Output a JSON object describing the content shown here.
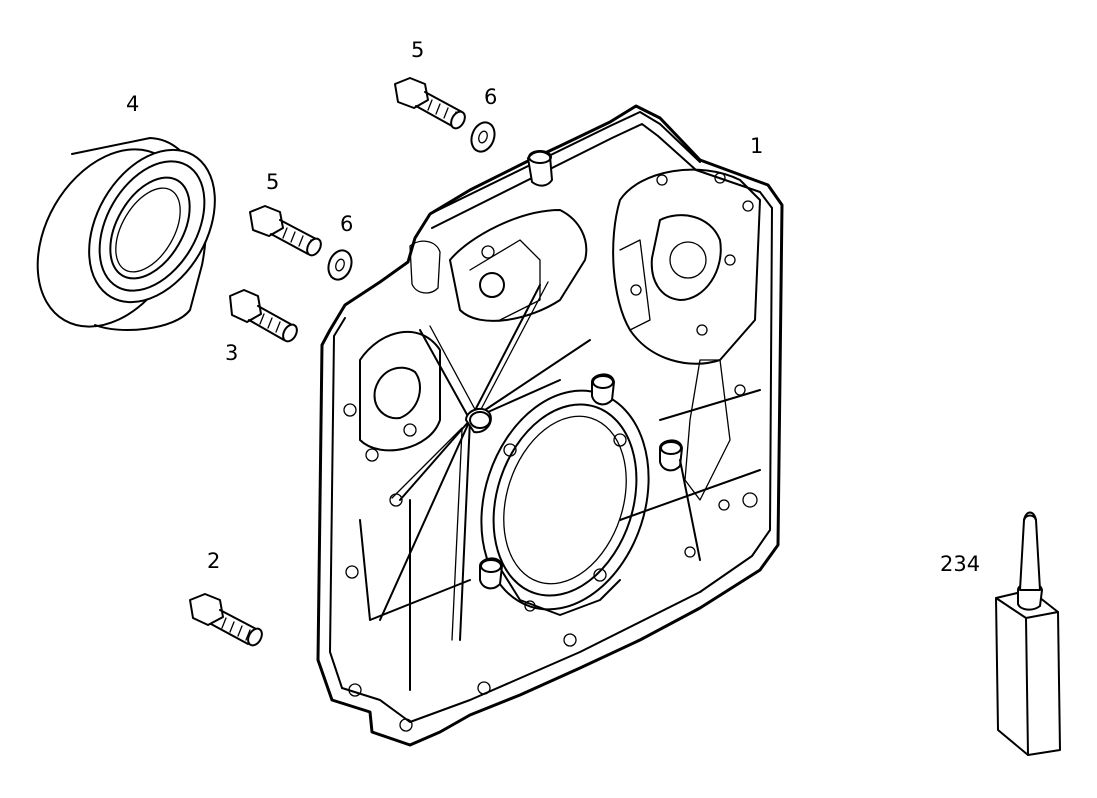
{
  "callouts": {
    "housing": "1",
    "screw_lower": "2",
    "screw_mid": "3",
    "seal_ring": "4",
    "screw_upper_a": "5",
    "screw_upper_b": "5",
    "washer_a": "6",
    "washer_b": "6",
    "sealant": "234"
  },
  "colors": {
    "line": "#000000",
    "background": "#ffffff"
  }
}
